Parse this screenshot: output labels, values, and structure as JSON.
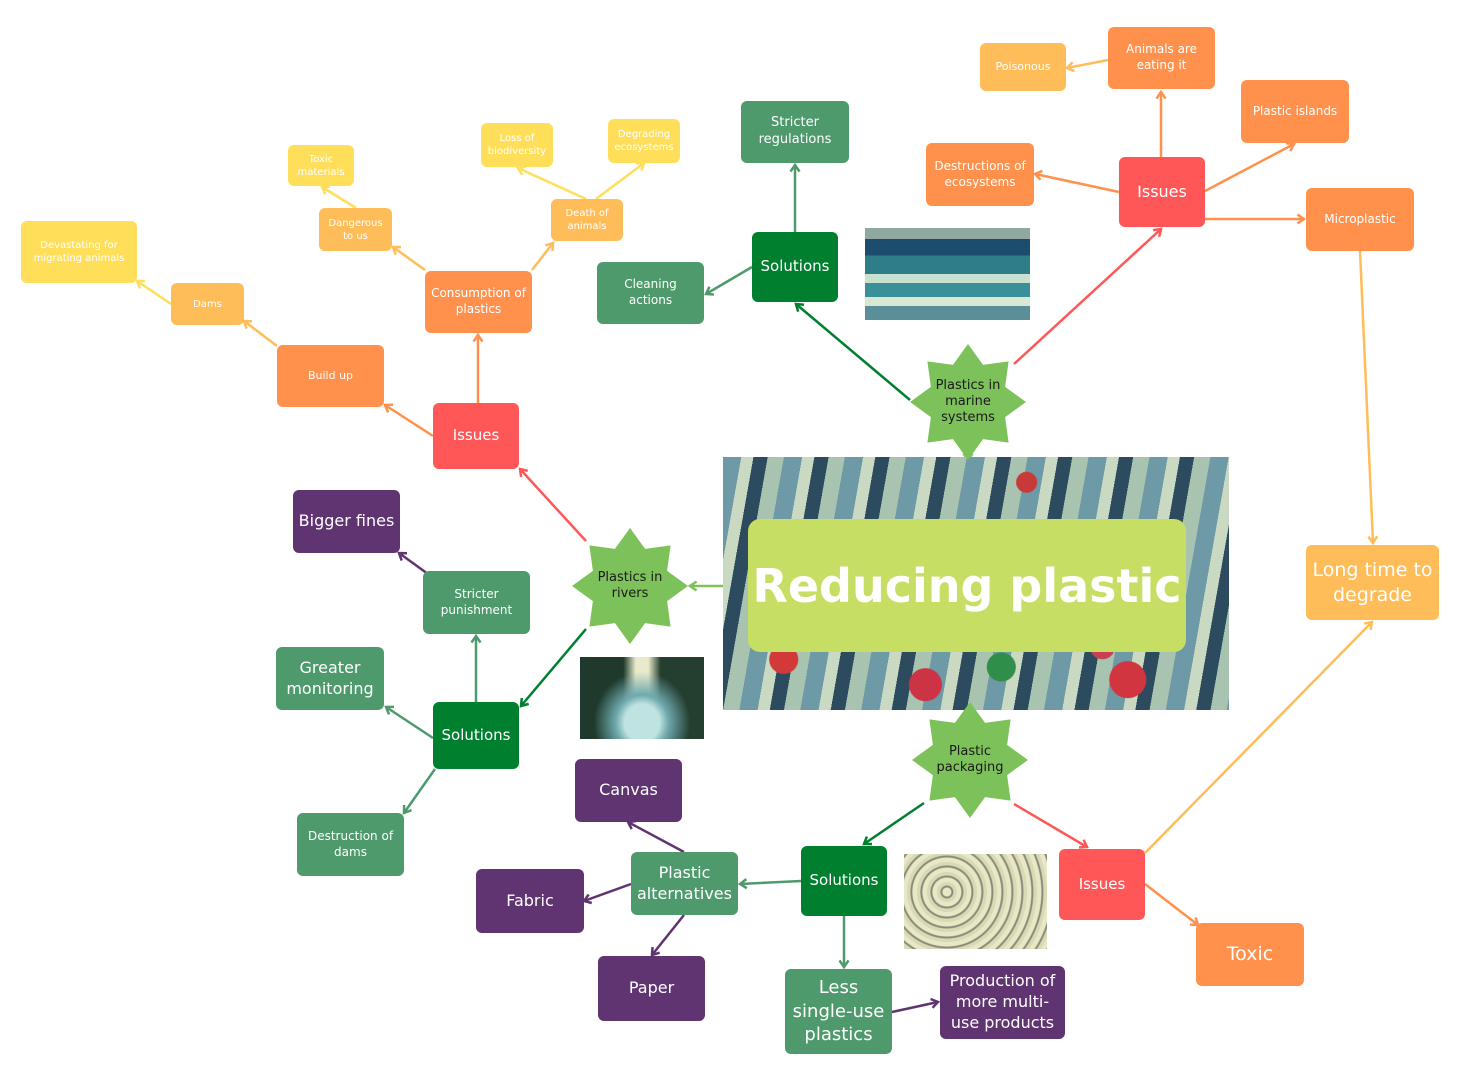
{
  "title": "Reducing plastic",
  "colors": {
    "issues": "#ff5757",
    "issue_detail": "#ff914d",
    "light_orange": "#ffbd59",
    "yellow": "#ffde59",
    "solutions": "#00802f",
    "solution_detail": "#4e9a6c",
    "purple": "#5f3470",
    "topic": "#7dc15a",
    "title_box": "#c6de63"
  },
  "topics": {
    "marine": "Plastics in\nmarine\nsystems",
    "rivers": "Plastics in\nrivers",
    "packaging": "Plastic\npackaging"
  },
  "marine": {
    "issues": "Issues",
    "animals_eating": "Animals are\neating it",
    "poisonous": "Poisonous",
    "plastic_islands": "Plastic islands",
    "destructions": "Destructions of\necosystems",
    "microplastic": "Microplastic",
    "solutions": "Solutions",
    "stricter_regulations": "Stricter\nregulations",
    "cleaning_actions": "Cleaning actions"
  },
  "rivers": {
    "issues": "Issues",
    "consumption": "Consumption of\nplastics",
    "death_animals": "Death of\nanimals",
    "loss_biodiversity": "Loss of\nbiodiversity",
    "degrading": "Degrading\necosystems",
    "dangerous": "Dangerous\nto us",
    "toxic_materials": "Toxic\nmaterials",
    "build_up": "Build up",
    "dams": "Dams",
    "devastating": "Devastating for\nmigrating animals",
    "solutions": "Solutions",
    "stricter_punishment": "Stricter\npunishment",
    "bigger_fines": "Bigger fines",
    "greater_monitoring": "Greater\nmonitoring",
    "destruction_dams": "Destruction of\ndams"
  },
  "packaging": {
    "solutions": "Solutions",
    "plastic_alternatives": "Plastic\nalternatives",
    "canvas": "Canvas",
    "fabric": "Fabric",
    "paper": "Paper",
    "less_single_use": "Less\nsingle-use\nplastics",
    "multi_use": "Production of\nmore multi-\nuse products",
    "issues": "Issues",
    "toxic": "Toxic",
    "long_time": "Long time to\ndegrade"
  },
  "images": {
    "central": "crumpled-plastic-bottles-photo",
    "ocean": "ocean-waves-photo",
    "river": "forest-river-photo",
    "packaging": "packing-peanuts-photo"
  }
}
